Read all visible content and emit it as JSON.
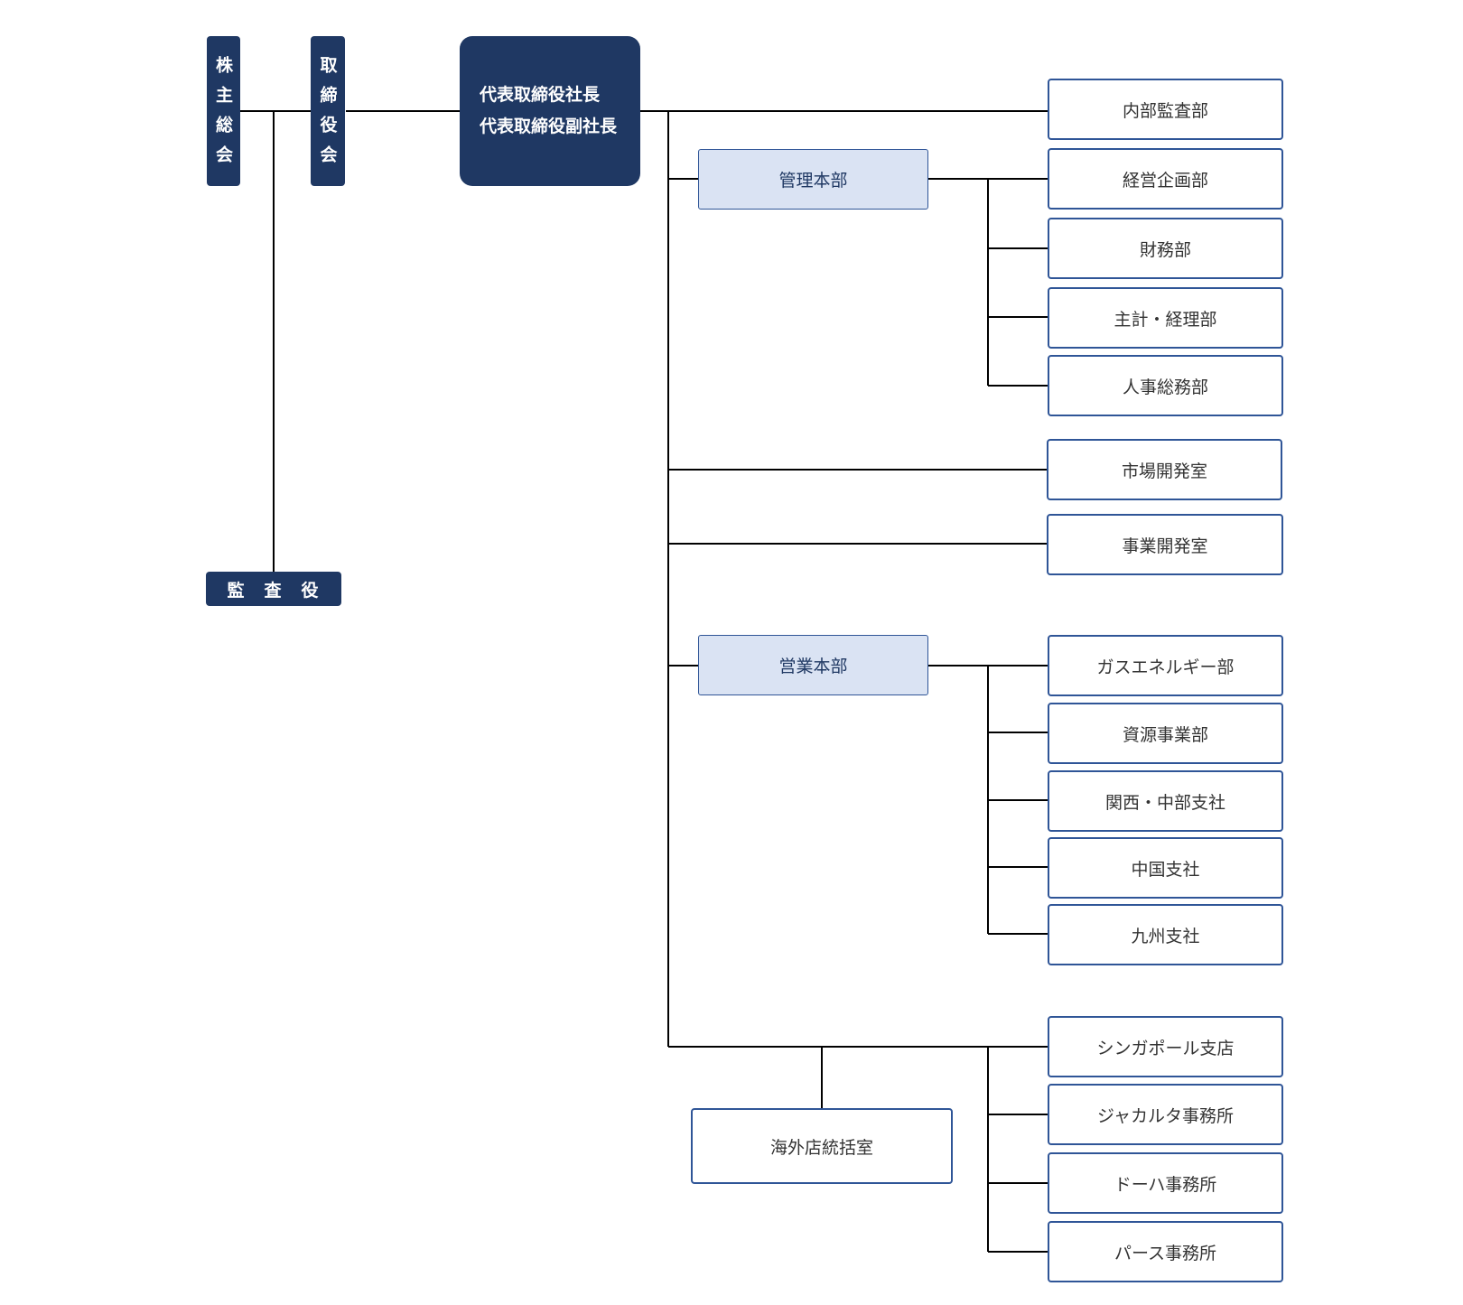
{
  "nodes": {
    "shareholders": "株主総会",
    "board": "取締役会",
    "auditor": "監査役",
    "president": "代表取締役社長",
    "vice_president": "代表取締役副社長",
    "management_hq": "管理本部",
    "sales_hq": "営業本部",
    "overseas_office": "海外店統括室"
  },
  "colors": {
    "dark_navy": "#1f3863",
    "hq_fill": "#dae3f3",
    "border_blue": "#2f5597",
    "line": "#000000"
  },
  "departments": [
    "内部監査部",
    "経営企画部",
    "財務部",
    "主計・経理部",
    "人事総務部",
    "市場開発室",
    "事業開発室",
    "ガスエネルギー部",
    "資源事業部",
    "関西・中部支社",
    "中国支社",
    "九州支社",
    "シンガポール支店",
    "ジャカルタ事務所",
    "ドーハ事務所",
    "パース事務所"
  ]
}
